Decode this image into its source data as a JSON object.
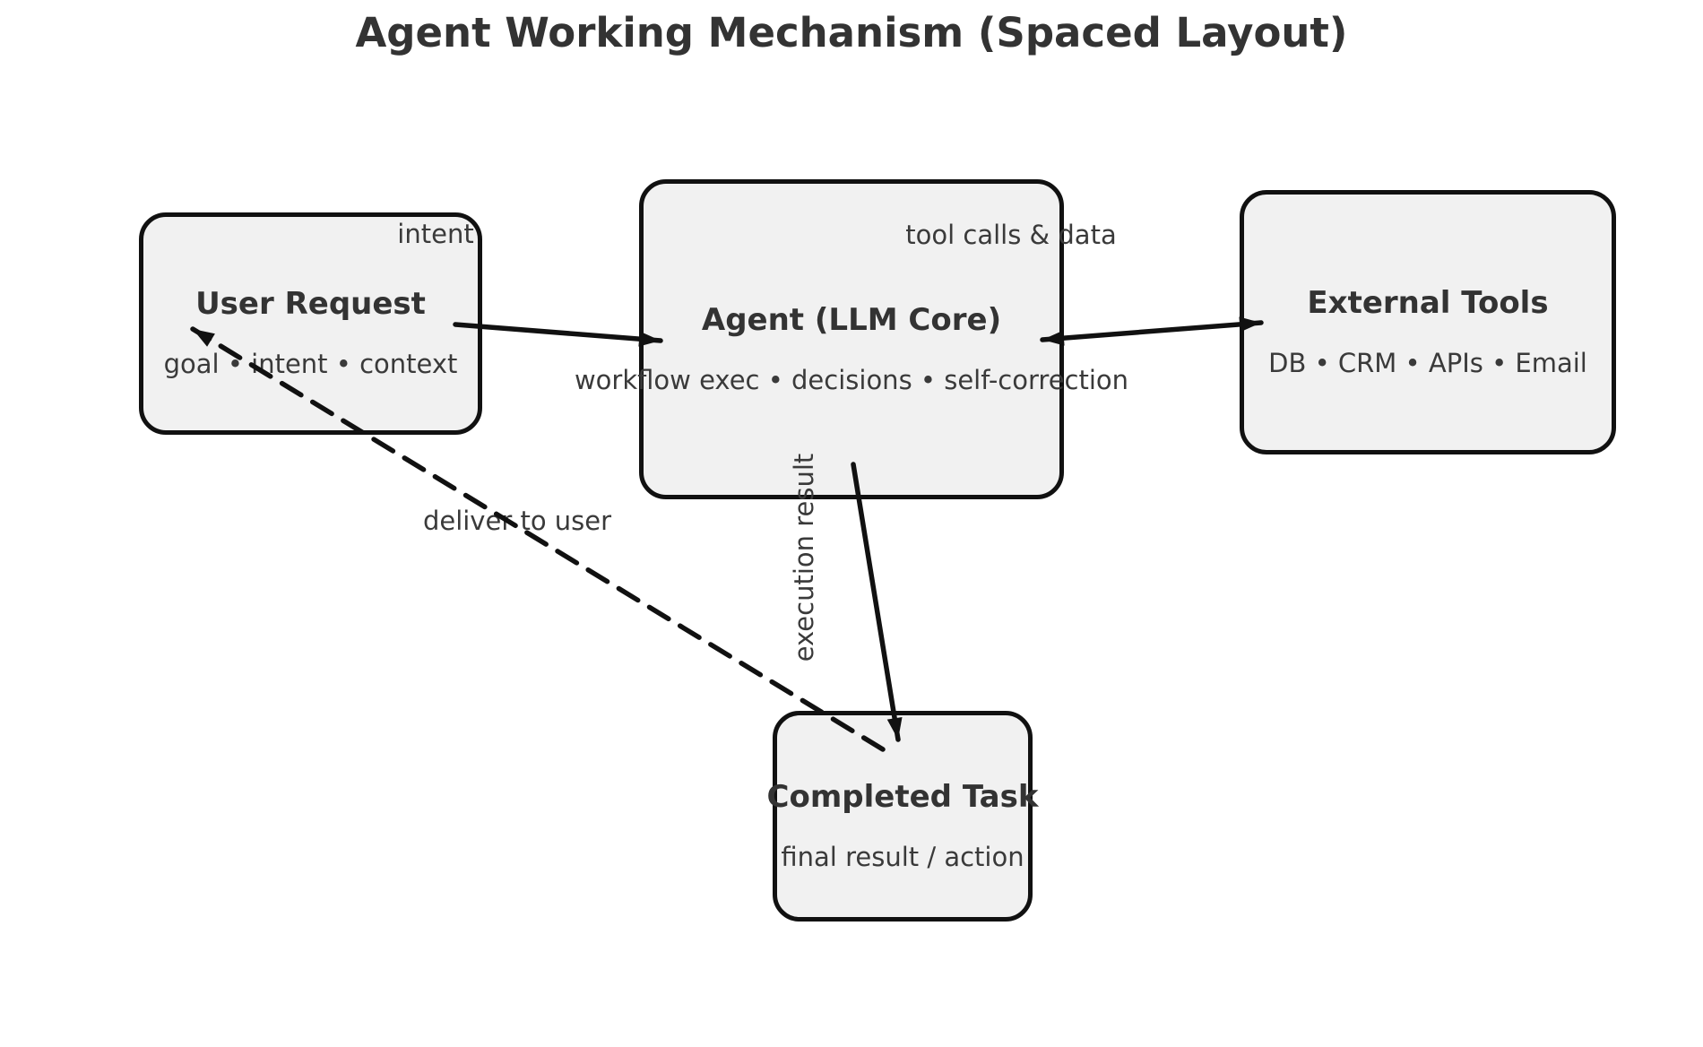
{
  "title": "Agent Working Mechanism (Spaced Layout)",
  "nodes": {
    "user_request": {
      "title": "User Request",
      "subtitle": "goal • intent • context"
    },
    "agent": {
      "title": "Agent (LLM Core)",
      "subtitle": "workflow exec • decisions • self-correction"
    },
    "external_tools": {
      "title": "External Tools",
      "subtitle": "DB • CRM • APIs • Email"
    },
    "completed_task": {
      "title": "Completed Task",
      "subtitle": "final result / action"
    }
  },
  "edges": {
    "intent": {
      "label": "intent",
      "from": "user_request",
      "to": "agent",
      "line": "solid",
      "direction": "one-way"
    },
    "tool_calls": {
      "label": "tool calls & data",
      "from": "agent",
      "to": "external_tools",
      "line": "solid",
      "direction": "two-way"
    },
    "execution_result": {
      "label": "execution result",
      "from": "agent",
      "to": "completed_task",
      "line": "solid",
      "direction": "one-way"
    },
    "deliver_to_user": {
      "label": "deliver to user",
      "from": "completed_task",
      "to": "user_request",
      "line": "dashed",
      "direction": "one-way"
    }
  },
  "colors": {
    "background": "#ffffff",
    "box_fill": "#f1f1f1",
    "box_border": "#111111",
    "arrow": "#111111",
    "title_text": "#333333",
    "body_text": "#3a3a3a"
  }
}
